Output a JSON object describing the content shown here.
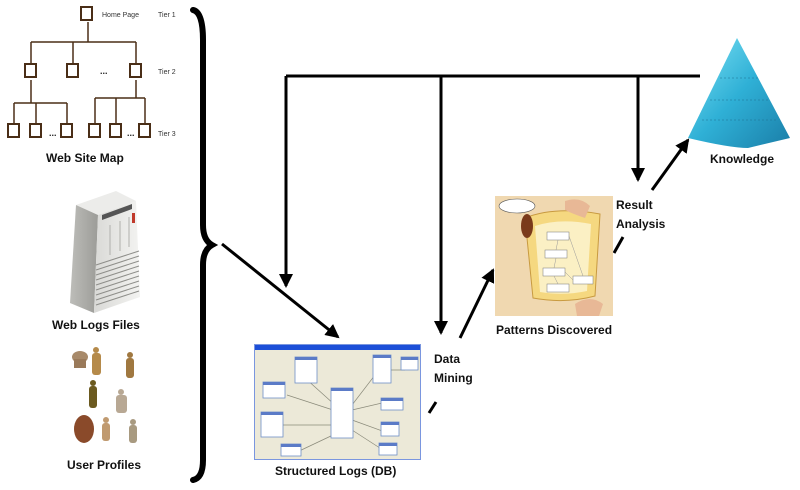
{
  "sitemap": {
    "title": "Web Site Map",
    "home_label": "Home Page",
    "tiers": [
      "Tier 1",
      "Tier 2",
      "Tier 3"
    ],
    "ellipsis": "..."
  },
  "sources": {
    "web_logs": "Web Logs Files",
    "user_profiles": "User Profiles"
  },
  "process": {
    "structured_logs": "Structured Logs (DB)",
    "data_mining_line1": "Data",
    "data_mining_line2": "Mining",
    "patterns": "Patterns Discovered",
    "result_line1": "Result",
    "result_line2": "Analysis",
    "knowledge": "Knowledge"
  },
  "colors": {
    "tree_brown": "#4a2e17",
    "pyramid": "#2fb0d6",
    "db_titlebar": "#1c4fd8",
    "scroll_bg": "#f2c55a"
  }
}
